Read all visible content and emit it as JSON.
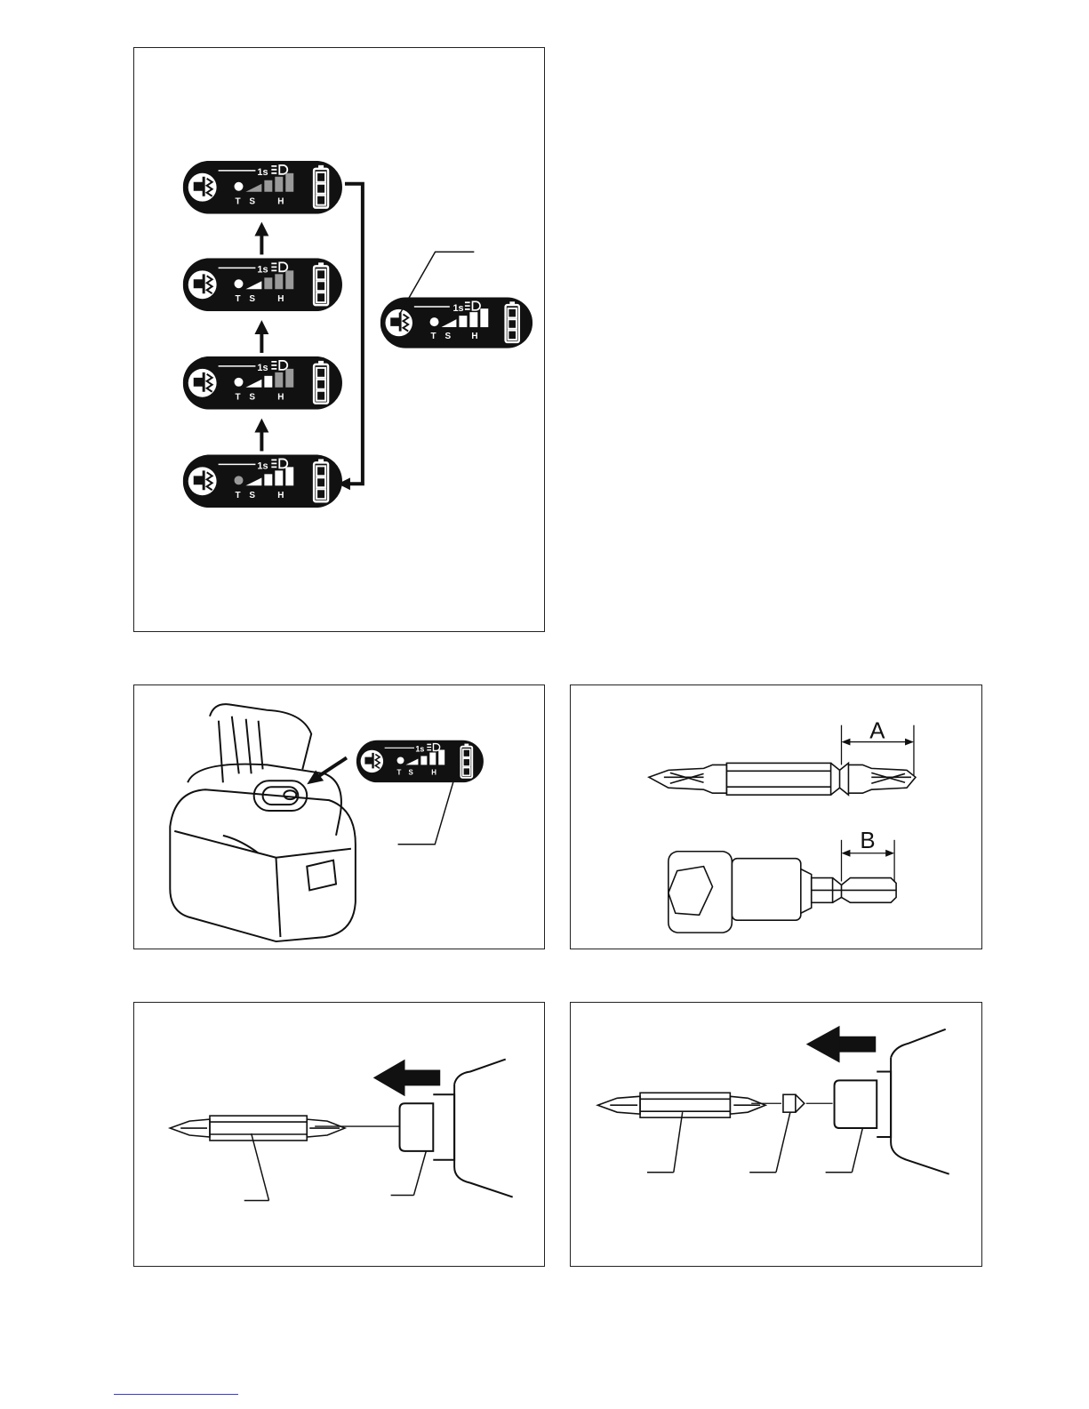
{
  "panel": {
    "time_label": "1s",
    "mode_t": "T",
    "mode_s": "S",
    "mode_h": "H"
  },
  "bit_dimensions": {
    "label_a": "A",
    "label_b": "B"
  },
  "colors": {
    "panel_bg": "#111111",
    "segment_active": "#ffffff",
    "segment_dim": "#9a9a9a",
    "line": "#111111"
  }
}
